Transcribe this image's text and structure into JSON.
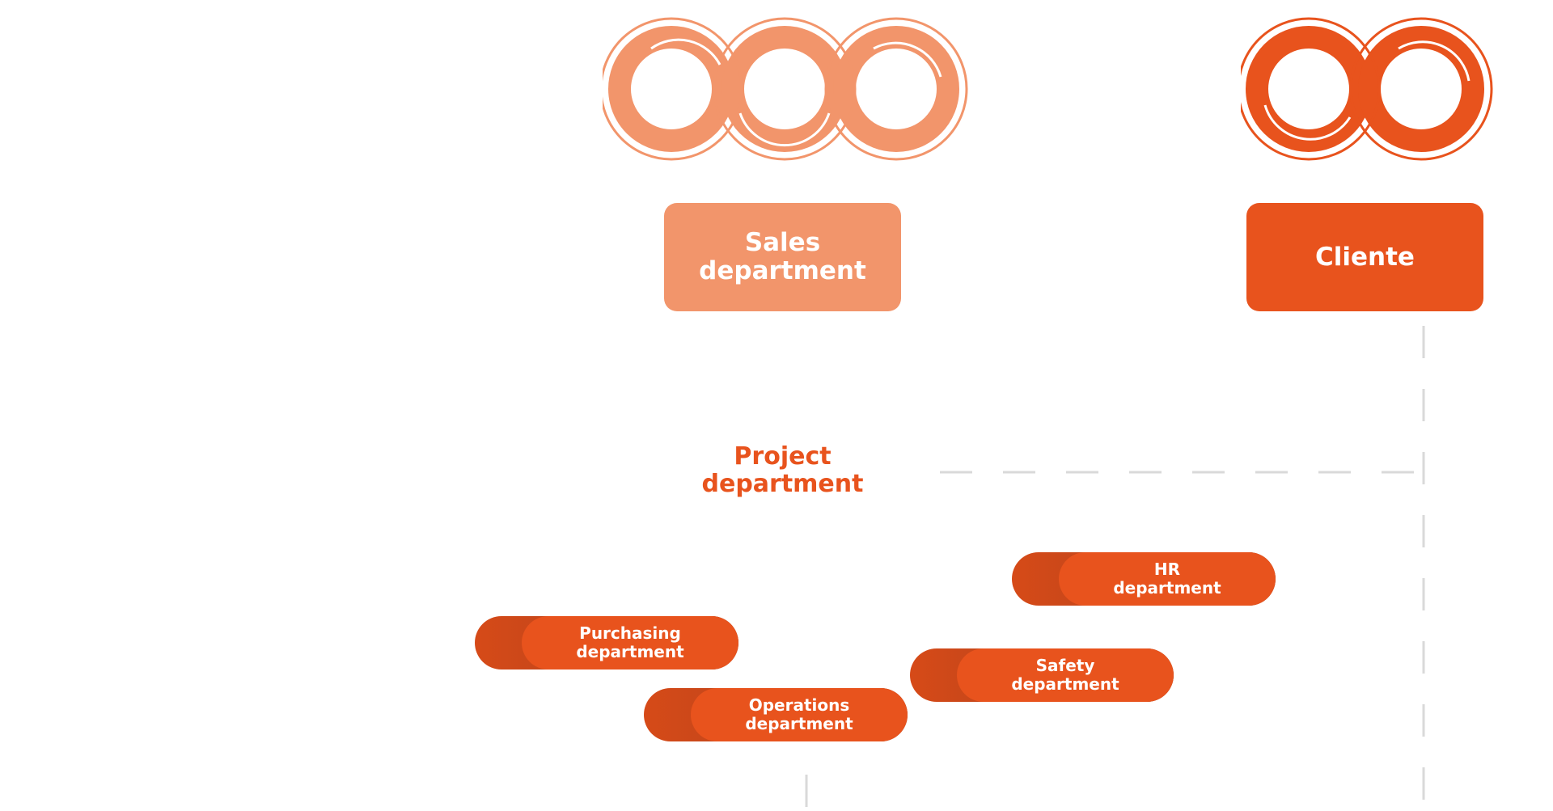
{
  "colors": {
    "light_orange": "#f2956b",
    "orange": "#e8531d",
    "dash_gray": "#d9d9d9"
  },
  "nodes": {
    "sales": {
      "line1": "Sales",
      "line2": "department"
    },
    "client": {
      "label": "Cliente"
    },
    "project": {
      "line1": "Project",
      "line2": "department"
    },
    "hr": {
      "line1": "HR",
      "line2": "department"
    },
    "purchasing": {
      "line1": "Purchasing",
      "line2": "department"
    },
    "safety": {
      "line1": "Safety",
      "line2": "department"
    },
    "operations": {
      "line1": "Operations",
      "line2": "department"
    }
  },
  "icons": {
    "sales_rings": "triple-ring-chain-icon",
    "client_rings": "double-ring-chain-icon"
  }
}
